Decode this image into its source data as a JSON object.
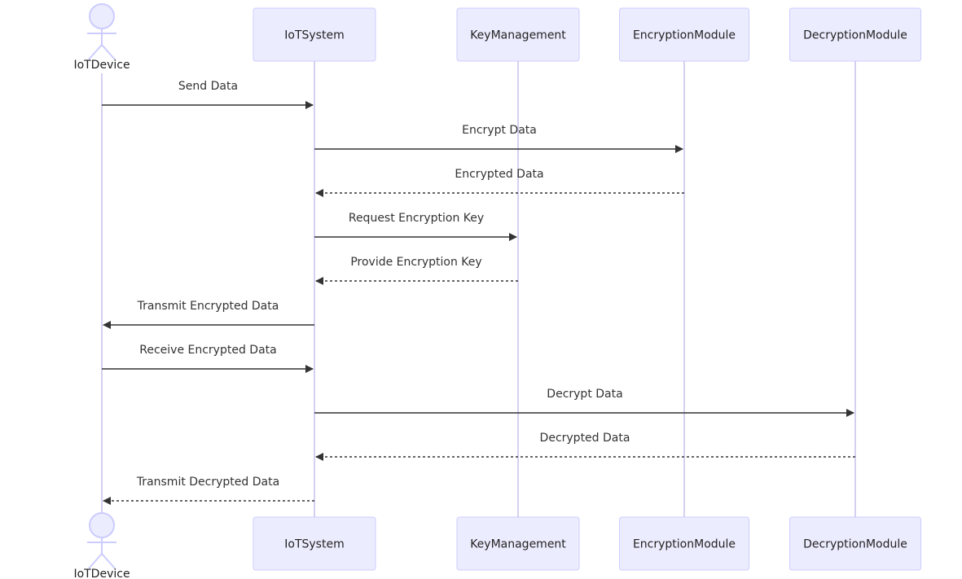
{
  "colors": {
    "box_fill": "#ECECFF",
    "box_stroke": "#CCCCFF",
    "lifeline": "#D4D0F0",
    "arrow": "#333333",
    "text": "#333333"
  },
  "participants": [
    {
      "id": "iotdevice",
      "label": "IoTDevice",
      "kind": "actor"
    },
    {
      "id": "iotsystem",
      "label": "IoTSystem",
      "kind": "box"
    },
    {
      "id": "keymanagement",
      "label": "KeyManagement",
      "kind": "box"
    },
    {
      "id": "encryptionmodule",
      "label": "EncryptionModule",
      "kind": "box"
    },
    {
      "id": "decryptionmodule",
      "label": "DecryptionModule",
      "kind": "box"
    }
  ],
  "messages": [
    {
      "from": "iotdevice",
      "to": "iotsystem",
      "label": "Send Data",
      "style": "solid"
    },
    {
      "from": "iotsystem",
      "to": "encryptionmodule",
      "label": "Encrypt Data",
      "style": "solid"
    },
    {
      "from": "encryptionmodule",
      "to": "iotsystem",
      "label": "Encrypted Data",
      "style": "dashed"
    },
    {
      "from": "iotsystem",
      "to": "keymanagement",
      "label": "Request Encryption Key",
      "style": "solid"
    },
    {
      "from": "keymanagement",
      "to": "iotsystem",
      "label": "Provide Encryption Key",
      "style": "dashed"
    },
    {
      "from": "iotsystem",
      "to": "iotdevice",
      "label": "Transmit Encrypted Data",
      "style": "solid"
    },
    {
      "from": "iotdevice",
      "to": "iotsystem",
      "label": "Receive Encrypted Data",
      "style": "solid"
    },
    {
      "from": "iotsystem",
      "to": "decryptionmodule",
      "label": "Decrypt Data",
      "style": "solid"
    },
    {
      "from": "decryptionmodule",
      "to": "iotsystem",
      "label": "Decrypted Data",
      "style": "dashed"
    },
    {
      "from": "iotsystem",
      "to": "iotdevice",
      "label": "Transmit Decrypted Data",
      "style": "dashed"
    }
  ]
}
